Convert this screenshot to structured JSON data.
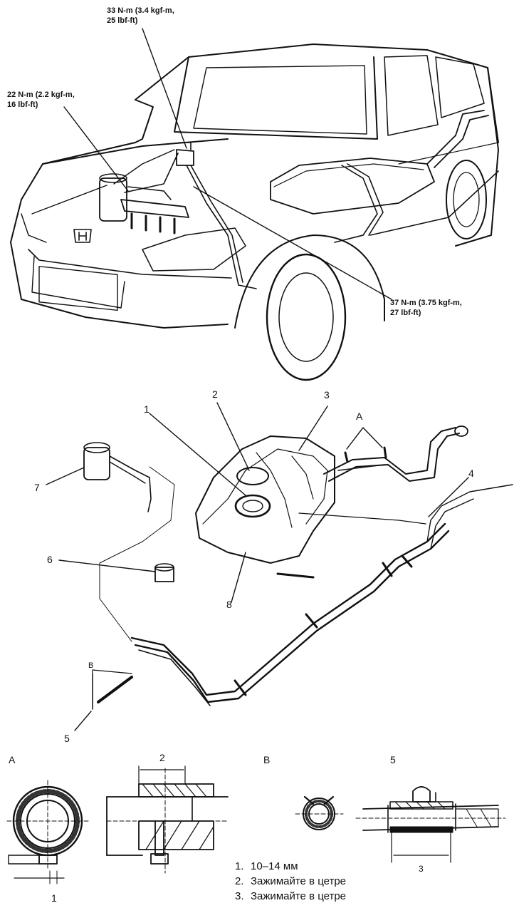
{
  "torque_labels": {
    "top": "33 N-m (3.4 kgf-m,\n25 lbf-ft)",
    "left": "22 N-m (2.2 kgf-m,\n16 lbf-ft)",
    "right": "37 N-m (3.75 kgf-m,\n27 lbf-ft)"
  },
  "callouts": {
    "c1": "1",
    "c2": "2",
    "c3": "3",
    "c4": "4",
    "c5": "5",
    "c6": "6",
    "c7": "7",
    "c8": "8",
    "cA": "A",
    "cB": "B"
  },
  "detail_views": {
    "a_label": "A",
    "a_dim_top": "2",
    "a_dim_bottom": "1",
    "b_label": "B",
    "b_right_label": "5",
    "b_dim": "3"
  },
  "legend": [
    {
      "num": "1.",
      "text": "10–14 мм"
    },
    {
      "num": "2.",
      "text": "Зажимайте в цетре"
    },
    {
      "num": "3.",
      "text": "Зажимайте в цетре"
    }
  ]
}
